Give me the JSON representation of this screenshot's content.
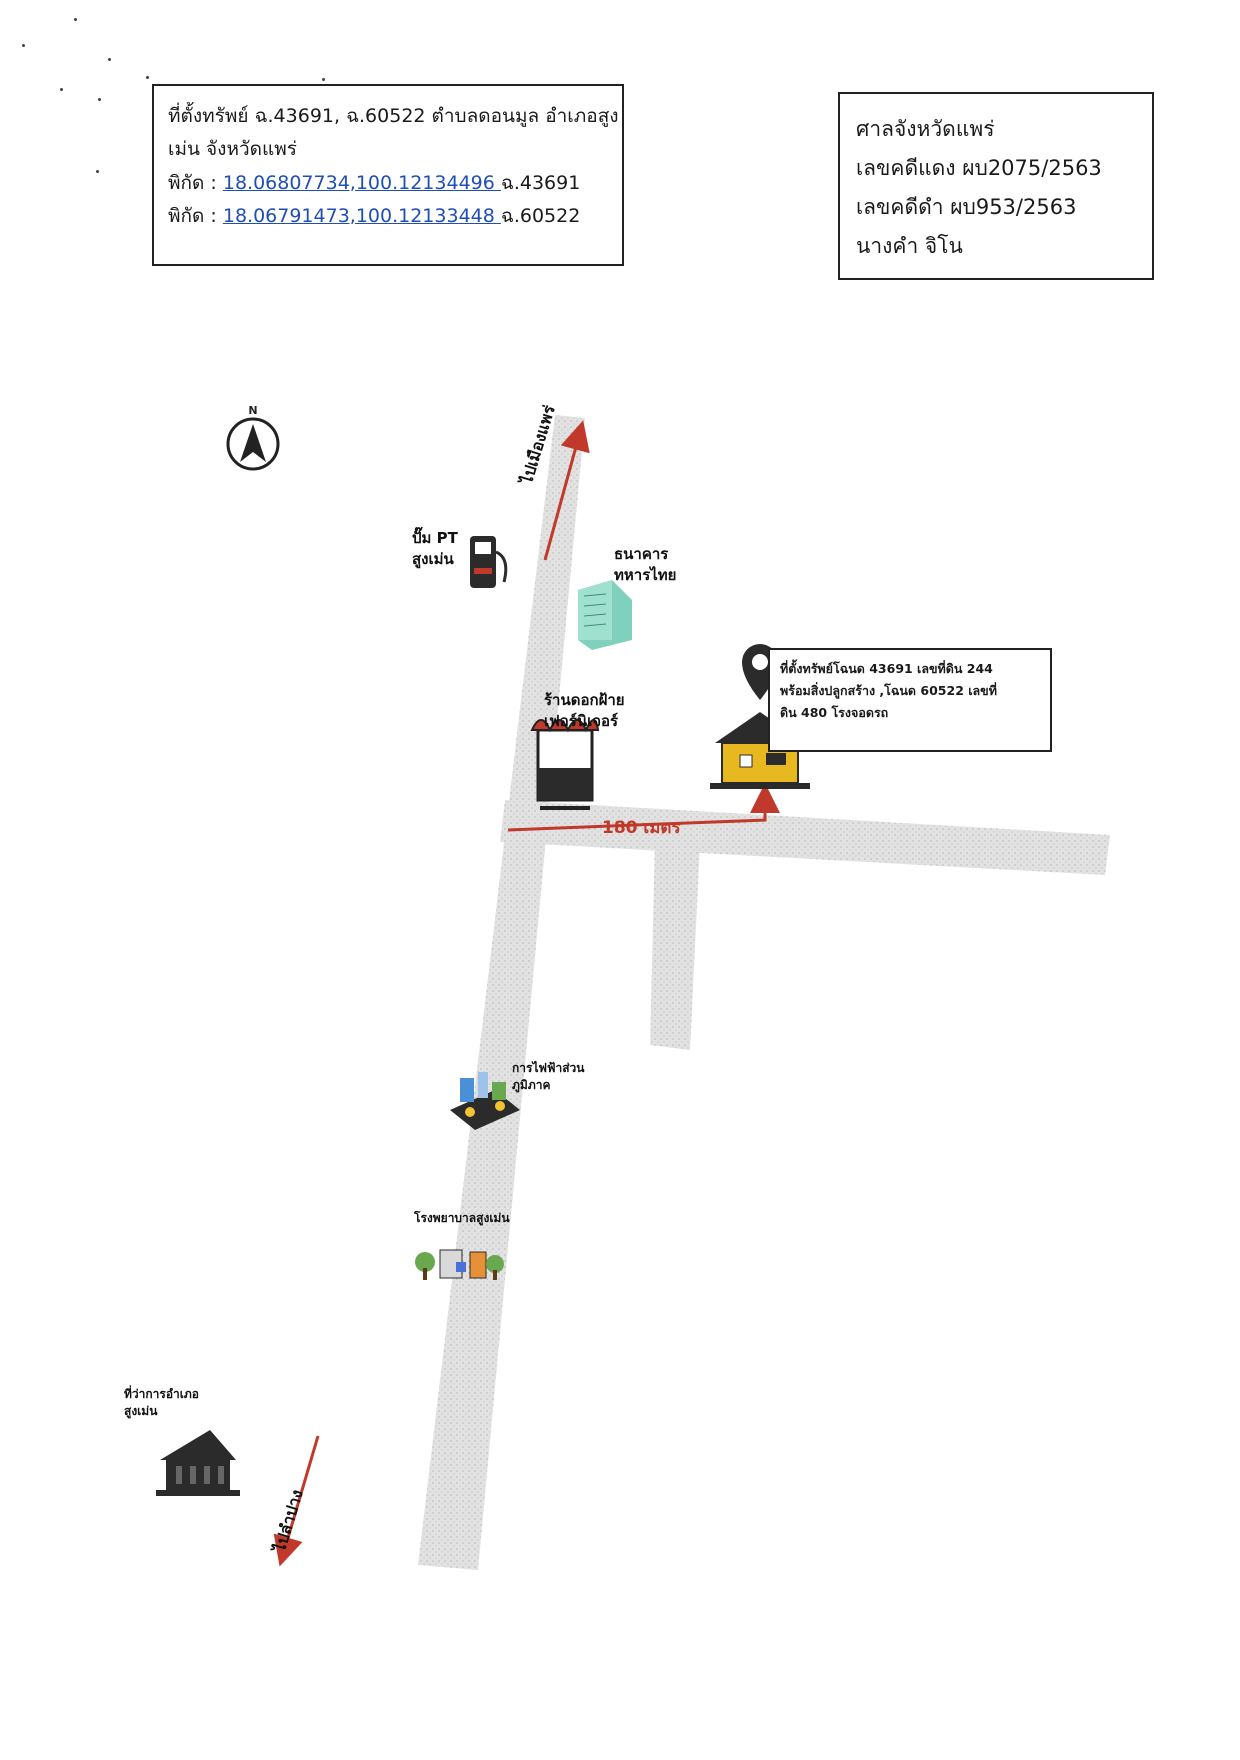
{
  "location_box": {
    "line1": "ที่ตั้งทรัพย์ ฉ.43691, ฉ.60522 ตำบลดอนมูล อำเภอสูง",
    "line2": "เม่น จังหวัดแพร่",
    "coord1_prefix": "พิกัด : ",
    "coord1_link": "18.06807734,100.12134496 ",
    "coord1_suffix": "ฉ.43691",
    "coord2_prefix": "พิกัด : ",
    "coord2_link": "18.06791473,100.12133448 ",
    "coord2_suffix": "ฉ.60522"
  },
  "case_box": {
    "court": "ศาลจังหวัดแพร่",
    "red_case": "เลขคดีแดง ผบ2075/2563",
    "black_case": "เลขคดีดำ ผบ953/2563",
    "owner": "นางคำ จิโน"
  },
  "map": {
    "compass_letter": "N",
    "road_north_label": "ไปเมืองแพร่",
    "road_south_label": "ไปลำปาง",
    "distance_label": "180 เมตร",
    "landmarks": {
      "gas_station": [
        "ปั๊ม PT",
        "สูงเม่น"
      ],
      "bank": [
        "ธนาคาร",
        "ทหารไทย"
      ],
      "furniture_shop": [
        "ร้านดอกฝ้าย",
        "เฟอร์นิเจอร์"
      ],
      "electricity": [
        "การไฟฟ้าส่วน",
        "ภูมิภาค"
      ],
      "hospital": [
        "โรงพยาบาลสูงเม่น"
      ],
      "district_office": [
        "ที่ว่าการอำเภอ",
        "สูงเม่น"
      ]
    },
    "property_box": [
      "ที่ตั้งทรัพย์โฉนด 43691 เลขที่ดิน 244",
      "พร้อมสิ่งปลูกสร้าง ,โฉนด 60522 เลขที่",
      "ดิน 480 โรงจอดรถ"
    ]
  },
  "colors": {
    "road_fill": "#d9d9d9",
    "arrow_red": "#c0392b",
    "link_blue": "#1f4fb5",
    "marker_dark": "#2b2b2b",
    "house_yellow": "#e8b821"
  }
}
